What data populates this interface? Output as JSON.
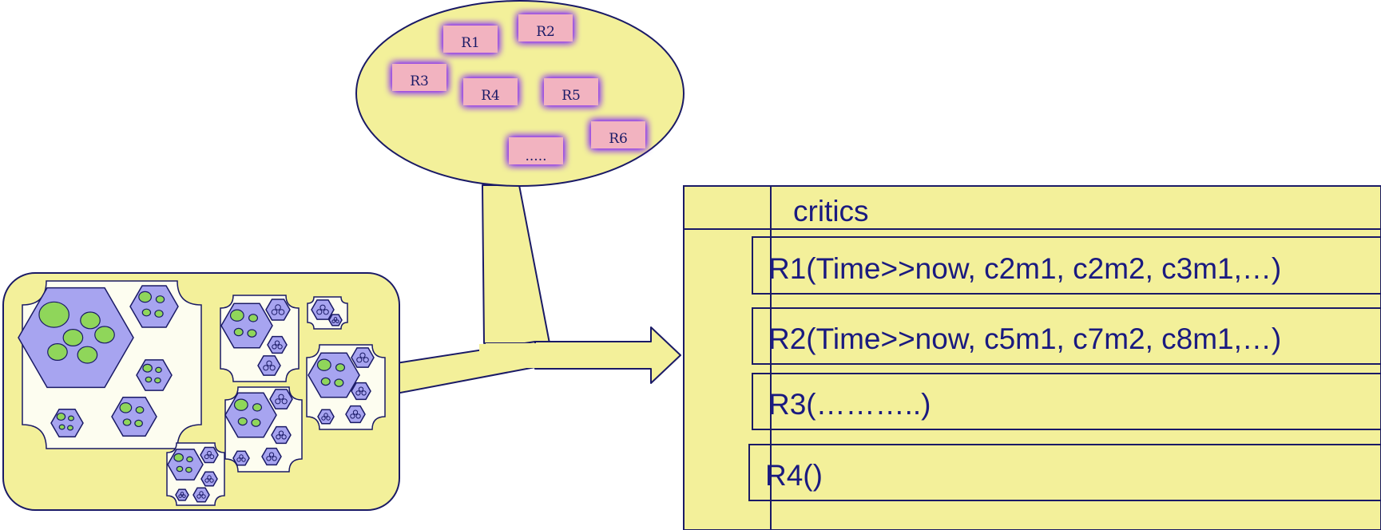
{
  "colors": {
    "fill_yellow": "#f3f09a",
    "outline_navy": "#1a1a66",
    "cell_blue": "#a7a4f0",
    "blob_green": "#8fd65a",
    "label_pink": "#f2b3c0",
    "glow_purple": "#7a1cff",
    "panel_white": "#fdfdf0"
  },
  "rule_pool": {
    "labels": [
      "R1",
      "R2",
      "R3",
      "R4",
      "R5",
      "R6",
      "....."
    ]
  },
  "critics_table": {
    "header": "critics",
    "rows": [
      "R1(Time>>now, c2m1, c2m2, c3m1,…)",
      "R2(Time>>now, c5m1, c7m2, c8m1,…)",
      "R3(………..)",
      "R4()"
    ]
  },
  "icons": {
    "arrow": "right-arrow-icon",
    "cell": "hexagon-cell-icon",
    "blob": "green-blob-icon"
  }
}
